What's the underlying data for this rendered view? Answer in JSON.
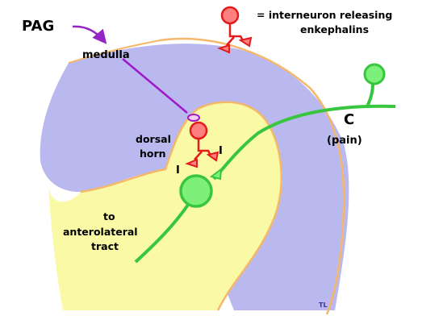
{
  "labels": {
    "pag": "PAG",
    "legend_line1": "= interneuron releasing",
    "legend_line2": "enkephalins",
    "medulla": "medulla",
    "dorsal": "dorsal",
    "horn": "horn",
    "inhibit_left": "I",
    "inhibit_right": "I",
    "fiber_c": "C",
    "pain": "(pain)",
    "to": "to",
    "anterolateral": "anterolateral",
    "tract": "tract",
    "initials": "TL"
  },
  "colors": {
    "white_matter": "#b9b8ef",
    "grey_matter": "#fafaa6",
    "outline": "#f5b86a",
    "pain_fiber": "#38c63e",
    "neuron_green": "#7df07a",
    "interneuron": "#ff8080",
    "interneuron_outline": "#e21b1b",
    "medulla_axon": "#a018c8",
    "arrow": "#9424c4"
  },
  "icons": {
    "legend": "interneuron-symbol-icon",
    "arrow": "curved-arrow-icon"
  }
}
